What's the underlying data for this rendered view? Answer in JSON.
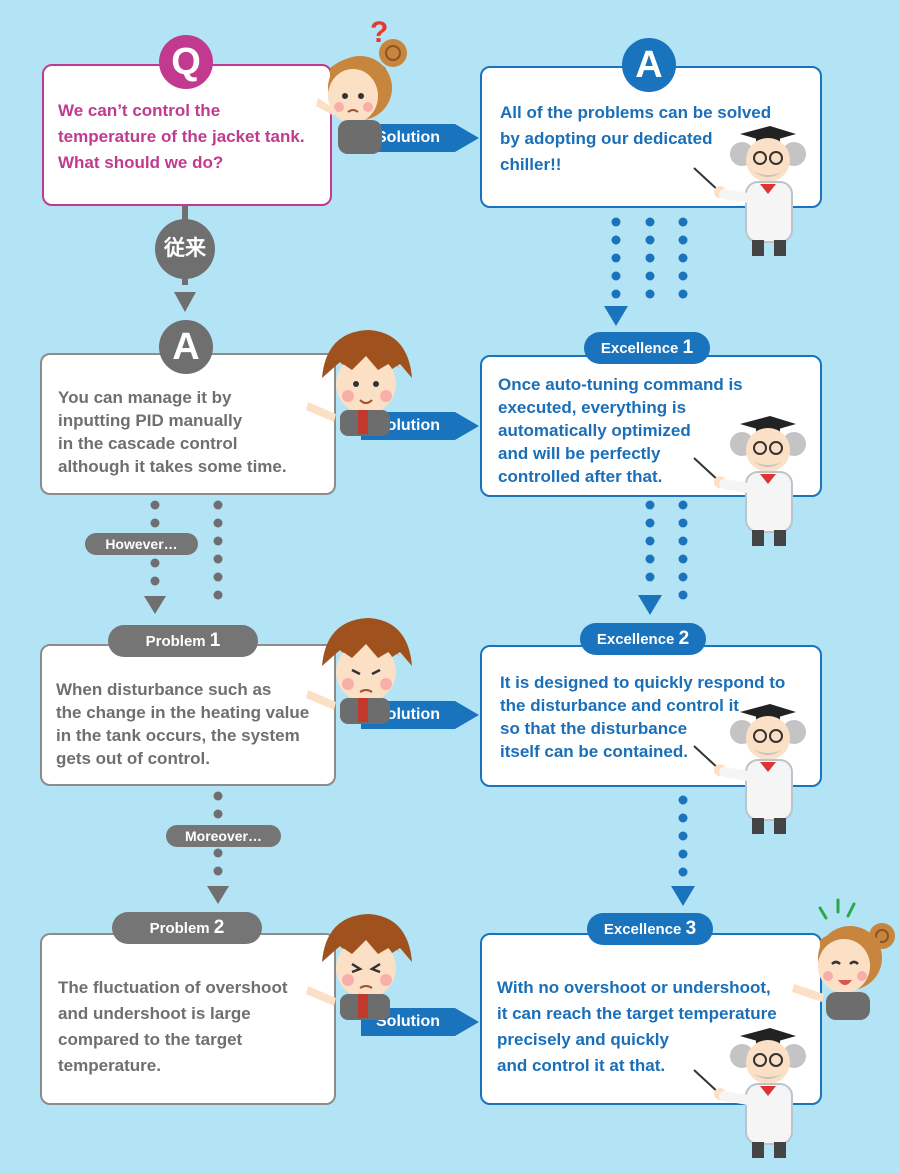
{
  "question": {
    "badge": "Q",
    "text": "We can’t control the\ntemperature of the jacket tank.\nWhat should we do?"
  },
  "solution_label": "Solution",
  "answer_main": {
    "badge": "A",
    "text": "All of the problems can be solved\nby adopting our dedicated\nchiller!!"
  },
  "conventional": {
    "badge": "従来",
    "answer_badge": "A",
    "text": "You can manage it by\ninputting PID manually\nin the cascade control\nalthough it takes some time."
  },
  "connectors": {
    "however": "However…",
    "moreover": "Moreover…"
  },
  "problems": [
    {
      "label": "Problem",
      "num": "1",
      "text": "When disturbance such as\nthe change in the heating value\nin the tank occurs, the system\ngets out of control."
    },
    {
      "label": "Problem",
      "num": "2",
      "text": "The fluctuation of overshoot\nand undershoot is large\ncompared to the target\ntemperature."
    }
  ],
  "excellences": [
    {
      "label": "Excellence",
      "num": "1",
      "text": "Once auto-tuning command is\nexecuted, everything is\nautomatically optimized\nand will be perfectly\ncontrolled after that."
    },
    {
      "label": "Excellence",
      "num": "2",
      "text": "It is designed to quickly respond to\nthe disturbance and control it\nso that the disturbance\nitself can be contained."
    },
    {
      "label": "Excellence",
      "num": "3",
      "text": "With no overshoot or undershoot,\nit can reach the target temperature\nprecisely and quickly\nand control it at that."
    }
  ],
  "colors": {
    "background": "#b3e4f6",
    "question_pink": "#c23a8f",
    "solution_blue": "#1a73bd",
    "neutral_gray": "#757575"
  },
  "icons": {
    "woman_question": "worried-woman-icon",
    "man": "pointing-man-icon",
    "professor": "professor-icon",
    "woman_happy": "happy-woman-icon"
  }
}
